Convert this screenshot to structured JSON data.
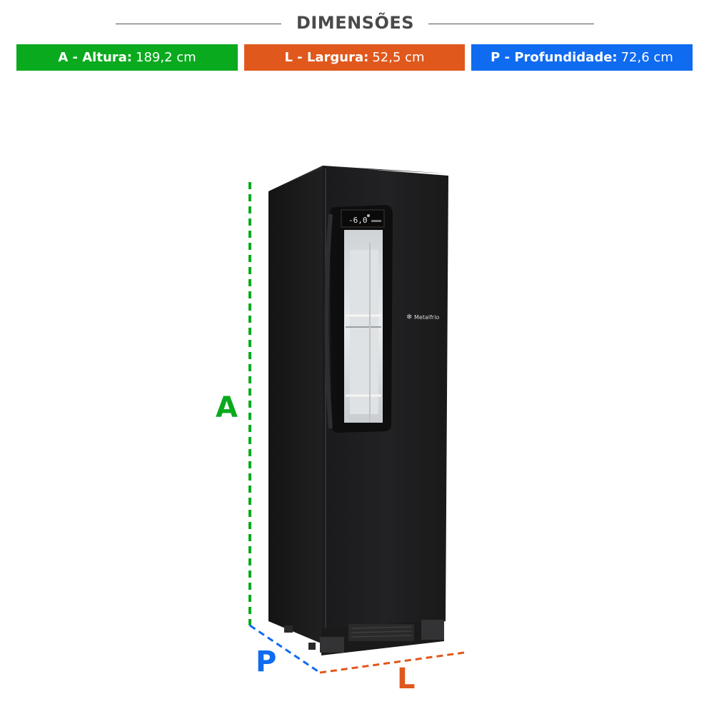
{
  "heading": "DIMENSÕES",
  "dimensions": {
    "altura": {
      "label": "A - Altura:",
      "value": "189,2 cm",
      "color": "#0aaa1e"
    },
    "largura": {
      "label": "L - Largura:",
      "value": "52,5 cm",
      "color": "#e0581c"
    },
    "profundidade": {
      "label": "P - Profundidade:",
      "value": "72,6 cm",
      "color": "#0f6bf0"
    }
  },
  "axis_letters": {
    "a": "A",
    "p": "P",
    "l": "L"
  },
  "product": {
    "brand": "Metalfrio",
    "display_temp": "-6,0",
    "body_color": "#1c1c1e"
  }
}
